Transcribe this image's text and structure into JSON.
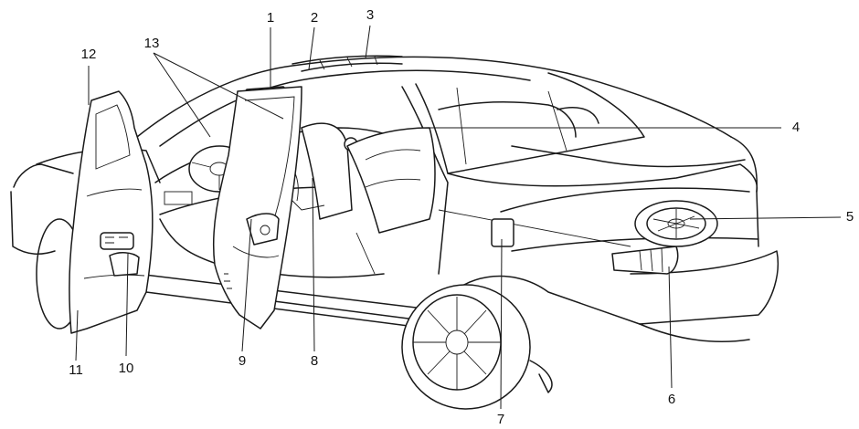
{
  "callouts": {
    "n1": "1",
    "n2": "2",
    "n3": "3",
    "n4": "4",
    "n5": "5",
    "n6": "6",
    "n7": "7",
    "n8": "8",
    "n9": "9",
    "n10": "10",
    "n11": "11",
    "n12": "12",
    "n13": "13"
  },
  "colors": {
    "line": "#1a1a1a",
    "background": "#ffffff"
  }
}
